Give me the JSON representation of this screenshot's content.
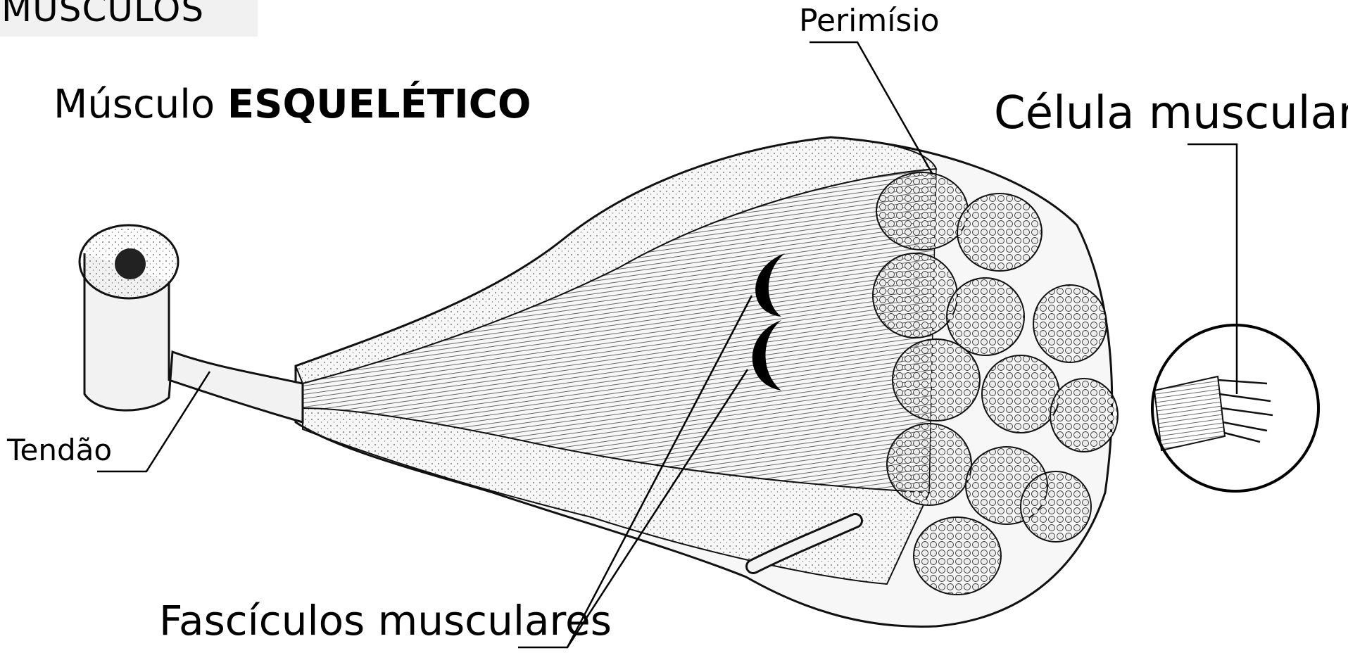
{
  "header": {
    "section": "MUSCULOS"
  },
  "title": {
    "prefix": "Músculo",
    "emphasis": "ESQUELÉTICO"
  },
  "labels": {
    "perimisio": "Perimísio",
    "celula": "Célula muscular",
    "tendao": "Tendão",
    "fasciculos": "Fascículos musculares"
  },
  "colors": {
    "ink": "#111111",
    "background": "#ffffff",
    "header_box": "#f1f1f1",
    "fiber_fill": "#f4f4f4"
  }
}
